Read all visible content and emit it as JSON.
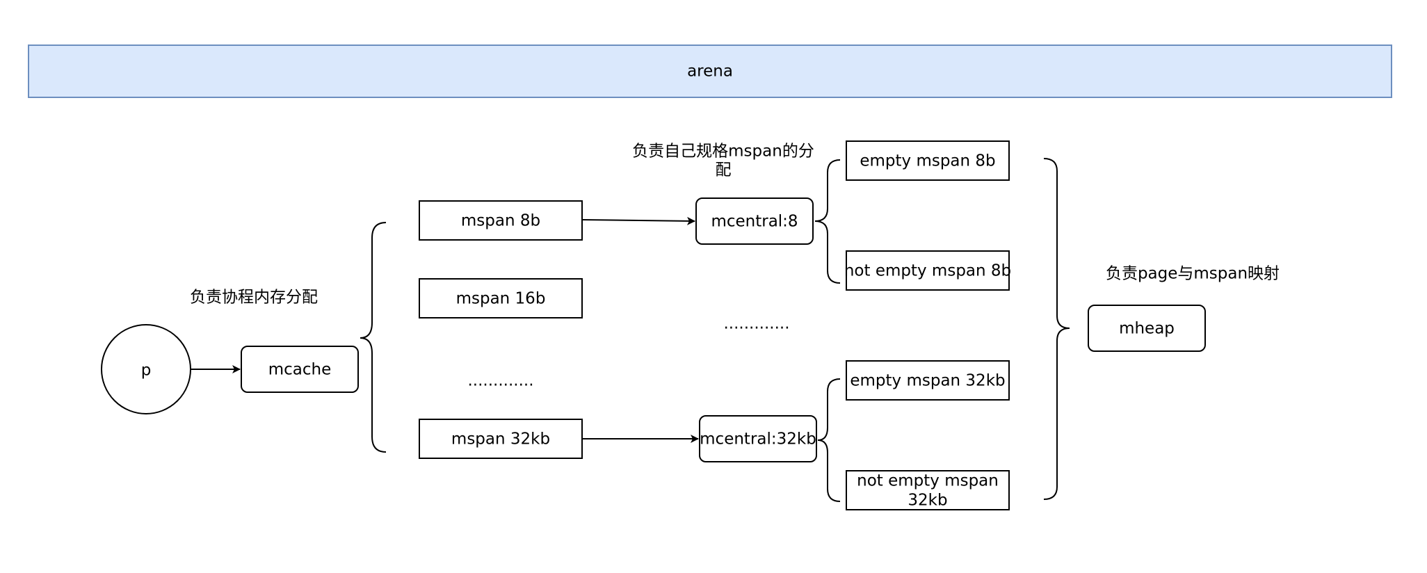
{
  "colors": {
    "arena_fill": "#dae8fc",
    "arena_stroke": "#6c8ebf",
    "stroke": "#000000",
    "background": "#ffffff"
  },
  "arena": {
    "label": "arena"
  },
  "p": {
    "label": "p"
  },
  "mcache": {
    "label": "mcache"
  },
  "mcache_note": "负责协程内存分配",
  "mspans": {
    "span8": "mspan 8b",
    "span16": "mspan 16b",
    "dots": ".............",
    "span32": "mspan 32kb"
  },
  "mcentral_note_line1": "负责自己规格mspan的分",
  "mcentral_note_line2": "配",
  "mcentrals": {
    "c8": "mcentral:8",
    "dots": ".............",
    "c32": "mcentral:32kb"
  },
  "lists": {
    "empty8": "empty mspan 8b",
    "notempty8": "not empty mspan 8b",
    "empty32": "empty mspan 32kb",
    "notempty32_line1": "not empty mspan",
    "notempty32_line2": "32kb"
  },
  "mheap": {
    "label": "mheap"
  },
  "mheap_note": "负责page与mspan映射"
}
